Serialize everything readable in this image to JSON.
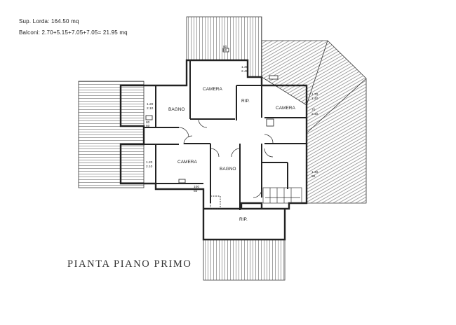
{
  "header": {
    "area_label": "Sup. Lorda: 164.50 mq",
    "balconies_label": "Balconi: 2.70+5.15+7.05+7.05= 21.95 mq"
  },
  "plan": {
    "title": "PIANTA PIANO PRIMO",
    "rooms": {
      "camera_top": "CAMERA",
      "rip_top": "RIP.",
      "camera_right": "CAMERA",
      "bagno_left": "BAGNO",
      "camera_left": "CAMERA",
      "bagno_center": "BAGNO",
      "rip_bottom": "RIP."
    },
    "dims": {
      "d1a": "1.30",
      "d1b": "2.40",
      "d2a": "1.70",
      "d2b": "1.40",
      "d3a": "70",
      "d3b": "2.40",
      "d4a": "1.20",
      "d4b": "2.10",
      "d5a": "1.20",
      "d5b": "2.10",
      "d6a": "1.40",
      "d6b": "90",
      "d7a": "80",
      "d7b": "60",
      "d8a": "80",
      "d8b": "60",
      "d9a": "100",
      "d9b": "60"
    }
  }
}
